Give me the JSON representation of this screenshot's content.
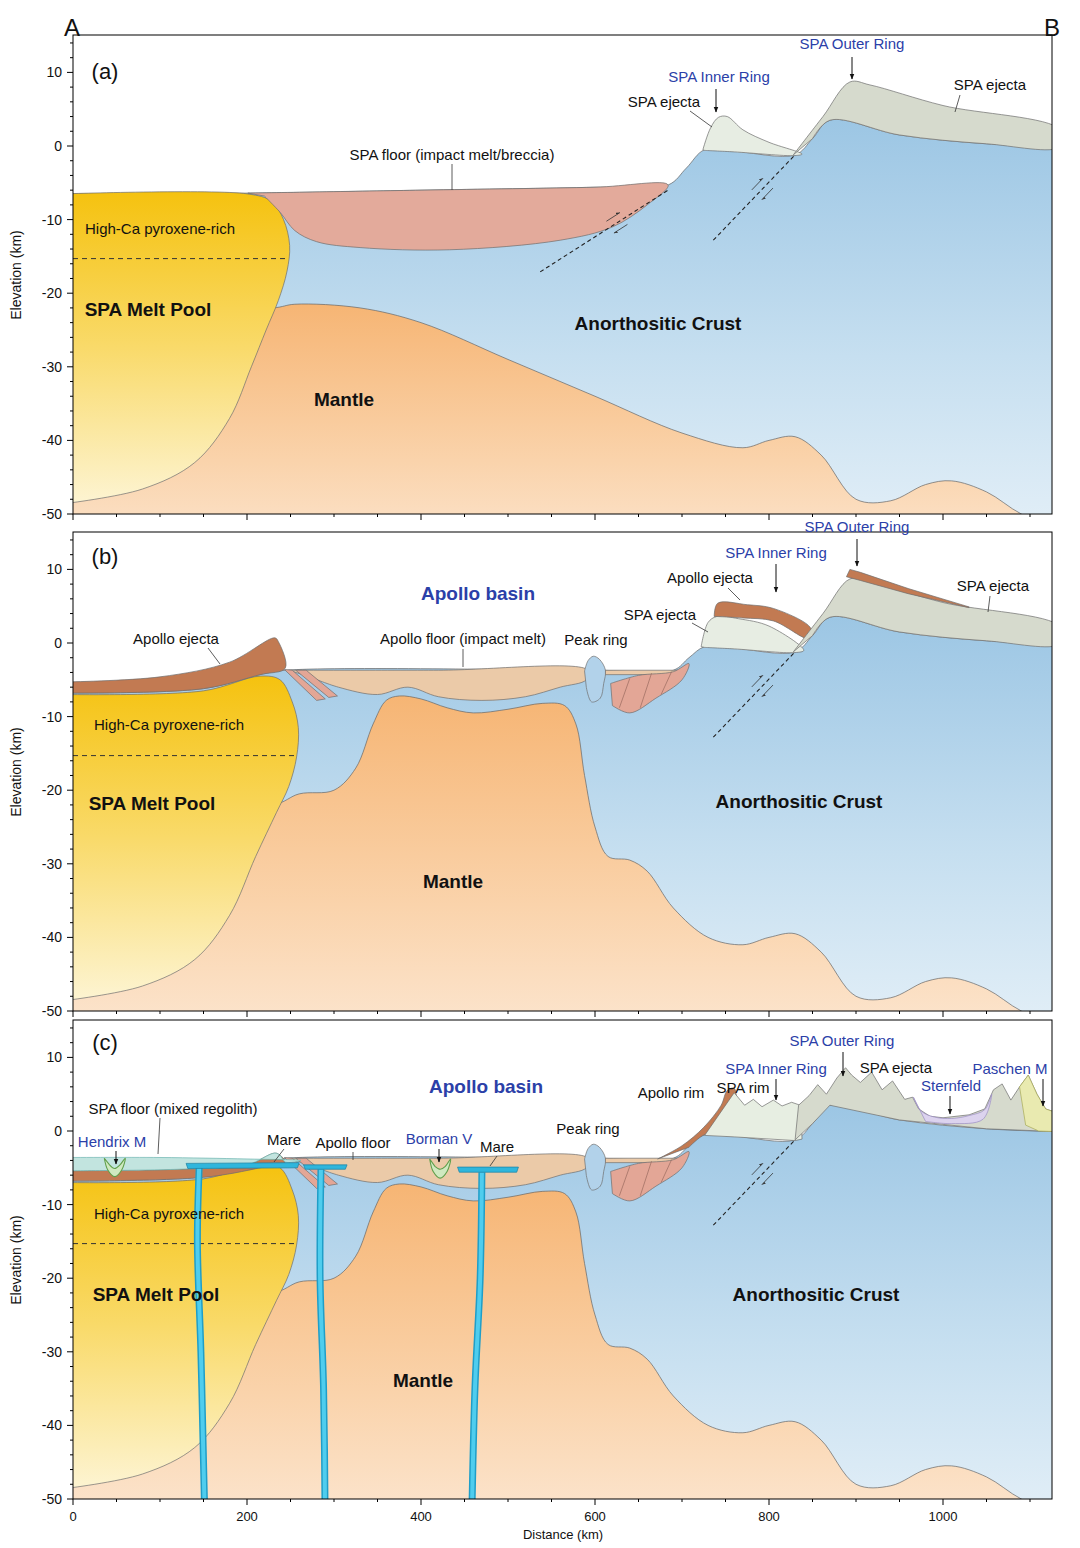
{
  "diagram": {
    "labels": [
      "A",
      "B",
      "(a)",
      "SPA Outer Ring",
      "SPA Inner Ring",
      "SPA ejecta",
      "SPA ejecta",
      "SPA floor (impact melt/breccia)",
      "High-Ca pyroxene-rich",
      "SPA Melt Pool",
      "Anorthositic Crust",
      "Mantle",
      "Elevation (km)",
      "10",
      "0",
      "-10",
      "-20",
      "-30",
      "-40",
      "-50",
      "(b)",
      "Apollo basin",
      "SPA Outer Ring",
      "SPA Inner Ring",
      "Apollo ejecta",
      "SPA ejecta",
      "SPA ejecta",
      "Apollo ejecta",
      "Apollo floor (impact melt)",
      "Peak ring",
      "High-Ca pyroxene-rich",
      "SPA Melt Pool",
      "Anorthositic Crust",
      "Mantle",
      "Elevation (km)",
      "10",
      "0",
      "-10",
      "-20",
      "-30",
      "-40",
      "-50",
      "(c)",
      "Apollo basin",
      "SPA Outer Ring",
      "SPA Inner Ring",
      "SPA ejecta",
      "Paschen M",
      "Sternfeld",
      "Apollo rim",
      "SPA rim",
      "SPA floor (mixed regolith)",
      "Hendrix M",
      "Mare",
      "Apollo floor",
      "Borman V",
      "Mare",
      "Peak ring",
      "High-Ca pyroxene-rich",
      "SPA Melt Pool",
      "Anorthositic Crust",
      "Mantle",
      "Elevation (km)",
      "10",
      "0",
      "-10",
      "-20",
      "-30",
      "-40",
      "-50",
      "0",
      "200",
      "400",
      "600",
      "800",
      "1000",
      "Distance (km)"
    ]
  }
}
